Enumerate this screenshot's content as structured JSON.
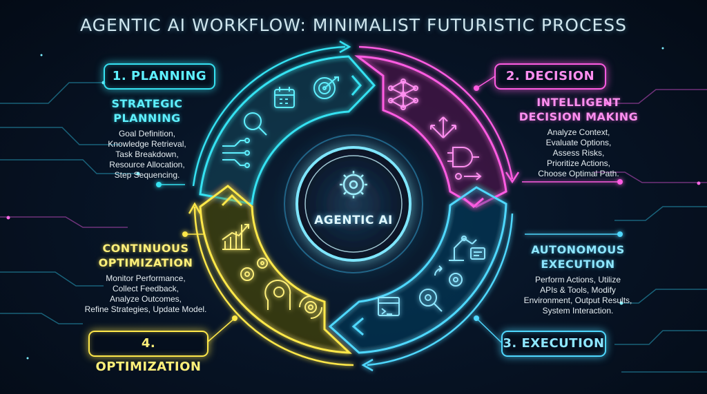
{
  "title": "AGENTIC AI WORKFLOW: MINIMALIST FUTURISTIC PROCESS",
  "center": {
    "label": "AGENTIC AI"
  },
  "stages": {
    "planning": {
      "label": "1. PLANNING",
      "heading": [
        "STRATEGIC",
        "PLANNING"
      ],
      "items": [
        "Goal Definition,",
        "Knowledge Retrieval,",
        "Task Breakdown,",
        "Resource Allocation,",
        "Step Sequencing."
      ],
      "color": "#36e2f2",
      "icons": [
        "calendar-icon",
        "target-icon",
        "magnifier-icon",
        "circuit-icon"
      ]
    },
    "decision": {
      "label": "2. DECISION",
      "heading": [
        "INTELLIGENT",
        "DECISION MAKING"
      ],
      "items": [
        "Analyze Context,",
        "Evaluate Options,",
        "Assess Risks,",
        "Prioritize Actions,",
        "Choose Optimal Path."
      ],
      "color": "#ff5ce2",
      "icons": [
        "neural-network-icon",
        "branching-arrows-icon",
        "logic-gate-icon"
      ]
    },
    "execution": {
      "label": "3. EXECUTION",
      "heading": [
        "AUTONOMOUS",
        "EXECUTION"
      ],
      "items": [
        "Perform Actions, Utilize",
        "APIs & Tools, Modify",
        "Environment, Output Results,",
        "System Interaction."
      ],
      "color": "#4fd8ff",
      "icons": [
        "robot-arm-icon",
        "gear-cycle-icon",
        "tool-gear-icon",
        "terminal-icon"
      ]
    },
    "optimization": {
      "label": "4. OPTIMIZATION",
      "heading": [
        "CONTINUOUS",
        "OPTIMIZATION"
      ],
      "items": [
        "Monitor Performance,",
        "Collect Feedback,",
        "Analyze Outcomes,",
        "Refine Strategies, Update Model."
      ],
      "color": "#ffe84a",
      "icons": [
        "growth-chart-icon",
        "gears-icon",
        "brain-head-icon",
        "refresh-gear-icon"
      ]
    }
  }
}
